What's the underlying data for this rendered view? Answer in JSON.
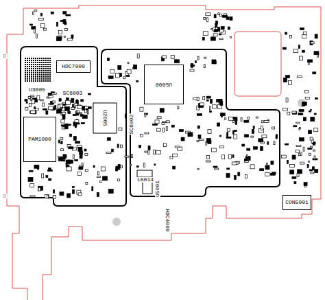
{
  "diagram": {
    "nodes": [
      {
        "text": [
          "HDC7000"
        ]
      },
      {
        "text": [
          "PAM1000"
        ]
      },
      {
        "text": [
          "U5000"
        ]
      },
      {
        "text": [
          "CON5001"
        ]
      }
    ],
    "labels": [
      "U3005",
      "SC6003",
      "SC6002",
      "U2005",
      "L5014",
      "U5001",
      "HDC4000",
      "D",
      "D"
    ]
  }
}
